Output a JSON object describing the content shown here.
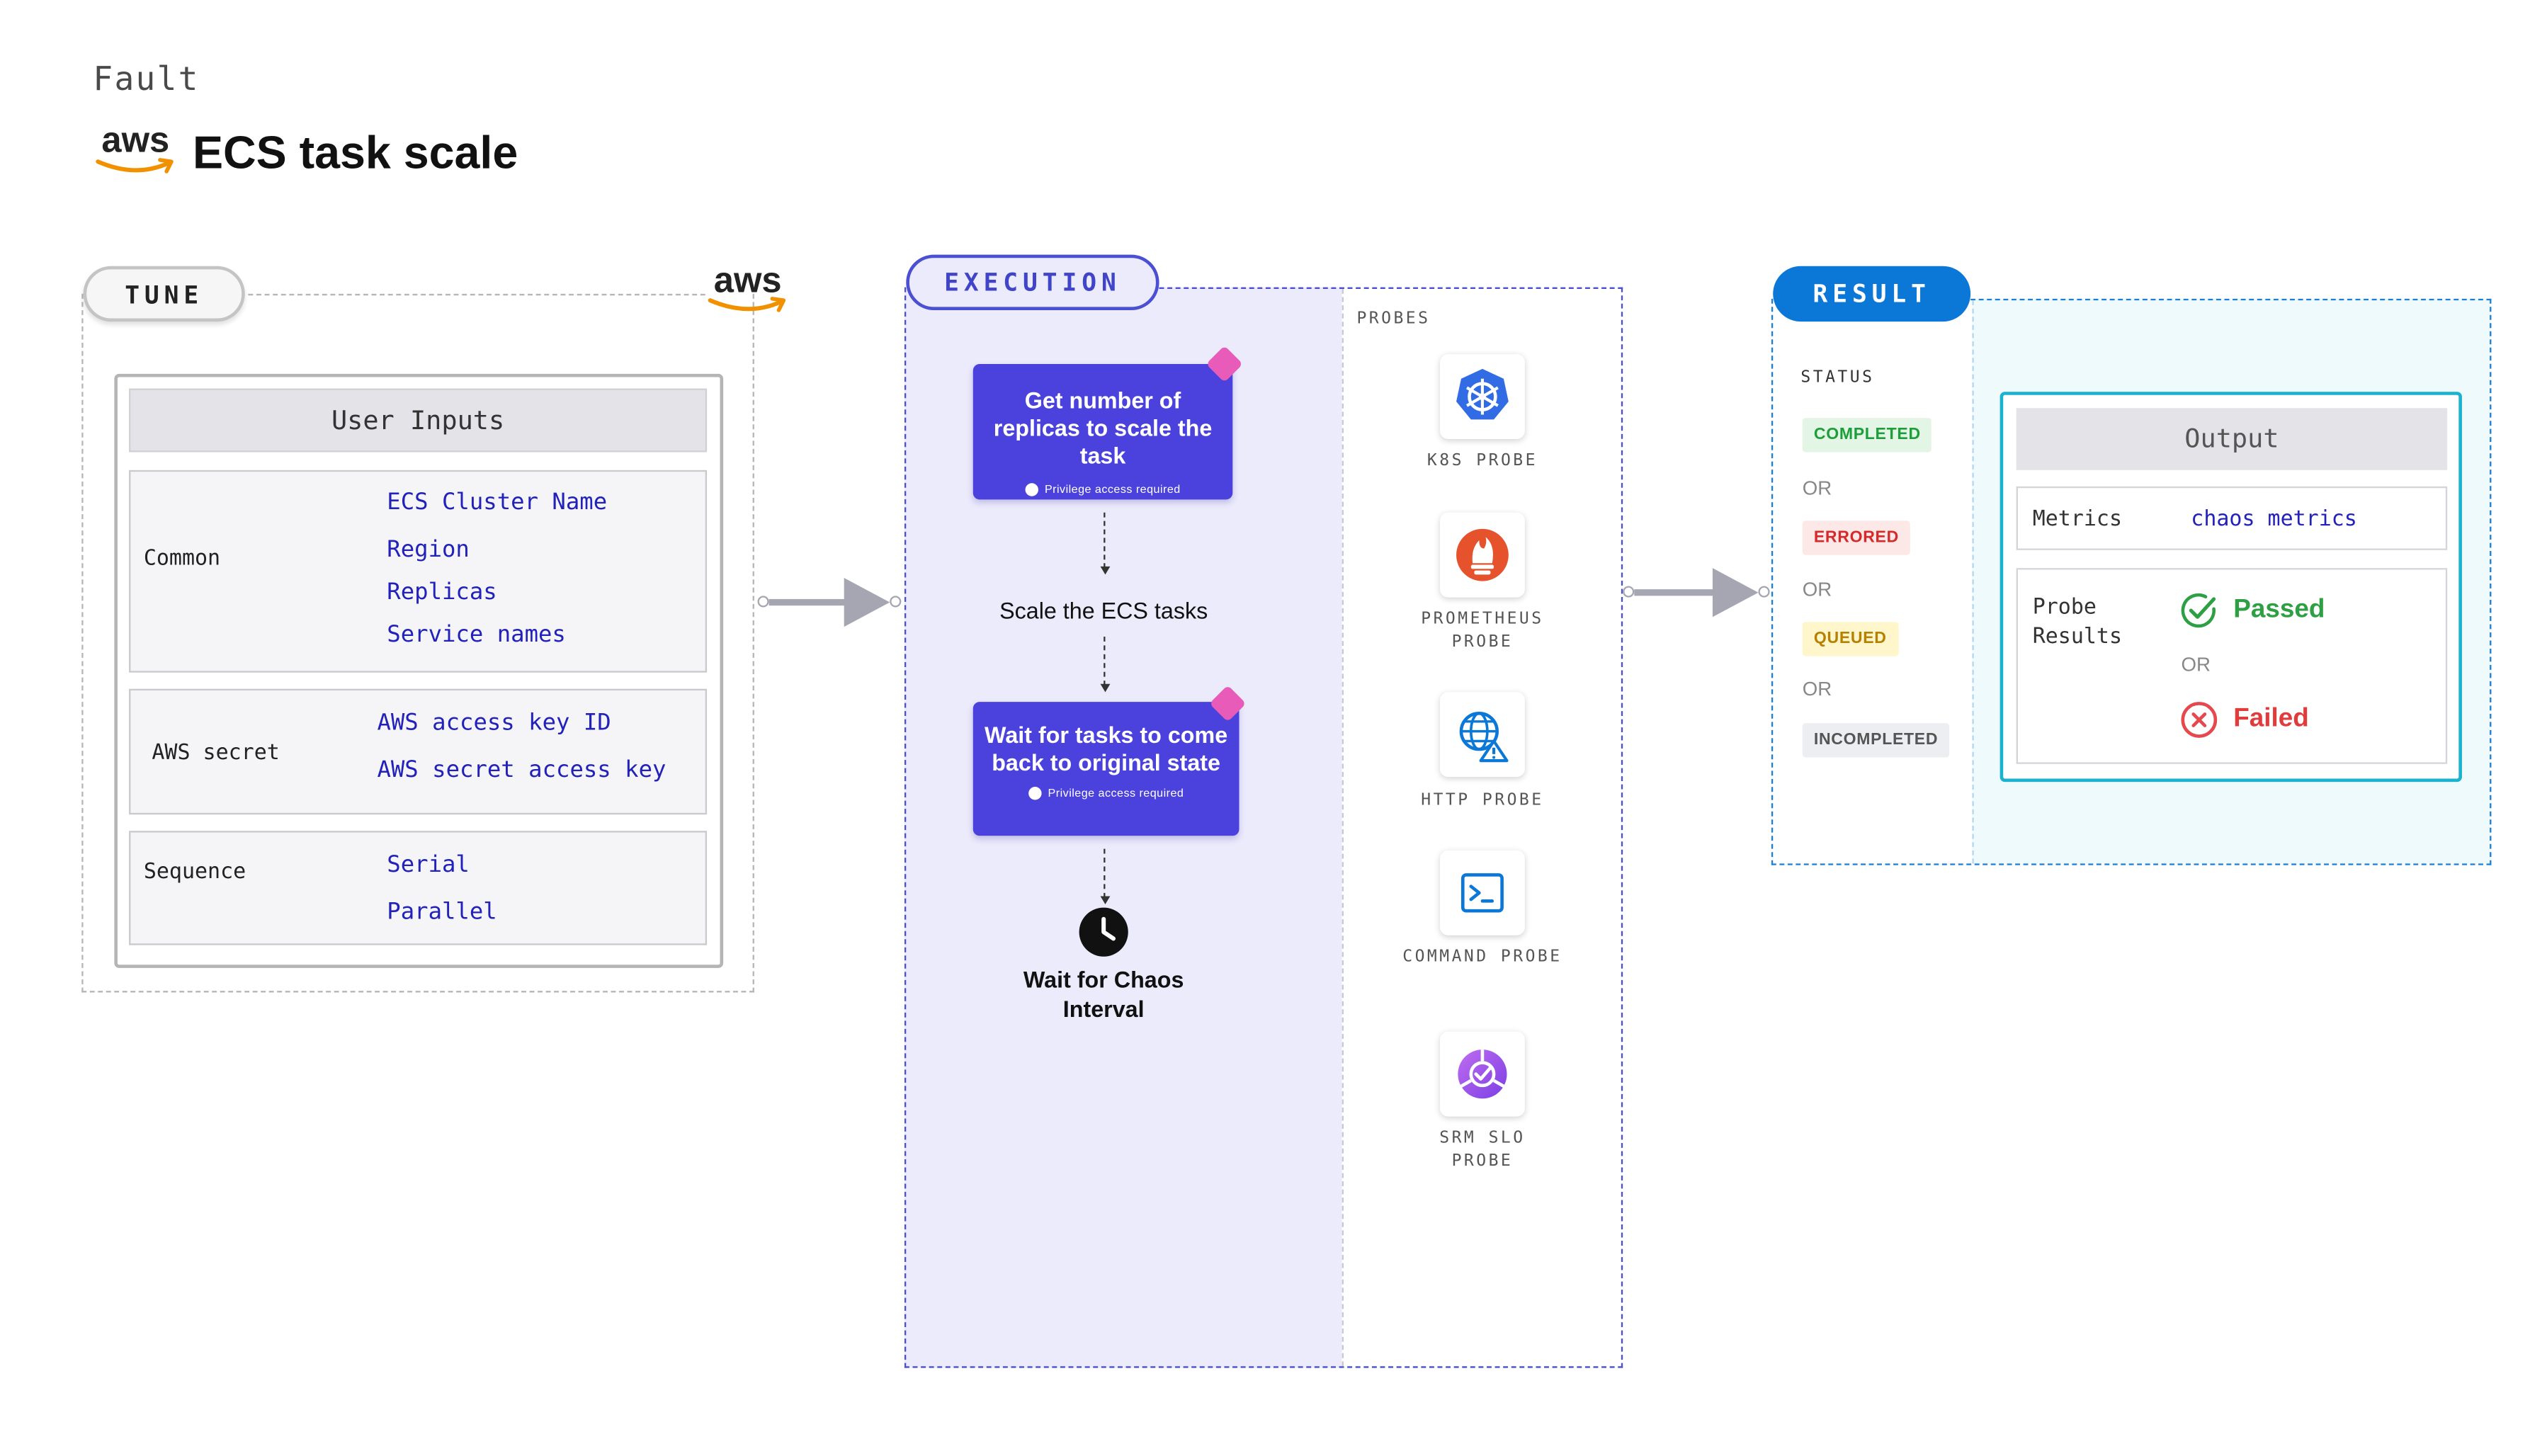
{
  "header": {
    "fault_label": "Fault",
    "logo_text": "aws",
    "title": "ECS task scale"
  },
  "tune": {
    "pill": "TUNE",
    "logo_text": "aws",
    "user_inputs_title": "User Inputs",
    "groups": [
      {
        "label": "Common",
        "values": [
          "ECS Cluster Name",
          "Region",
          "Replicas",
          "Service names"
        ]
      },
      {
        "label": "AWS secret",
        "values": [
          "AWS access key ID",
          "AWS secret access key"
        ]
      },
      {
        "label": "Sequence",
        "values": [
          "Serial",
          "Parallel"
        ]
      }
    ]
  },
  "execution": {
    "pill": "EXECUTION",
    "steps": {
      "step1": "Get number of replicas to scale the task",
      "privilege_note": "Privilege access required",
      "step2": "Scale the ECS tasks",
      "step3": "Wait for tasks to come back to original state",
      "step4": "Wait for Chaos Interval"
    },
    "probes_heading": "PROBES",
    "probes": [
      {
        "icon": "kubernetes-icon",
        "label": "K8S PROBE"
      },
      {
        "icon": "prometheus-icon",
        "label": "PROMETHEUS PROBE"
      },
      {
        "icon": "http-globe-icon",
        "label": "HTTP PROBE"
      },
      {
        "icon": "terminal-icon",
        "label": "COMMAND PROBE"
      },
      {
        "icon": "srm-slo-icon",
        "label": "SRM SLO PROBE"
      }
    ]
  },
  "result": {
    "pill": "RESULT",
    "status_heading": "STATUS",
    "statuses": [
      "COMPLETED",
      "ERRORED",
      "QUEUED",
      "INCOMPLETED"
    ],
    "or_label": "OR",
    "output_title": "Output",
    "metrics_label": "Metrics",
    "metrics_value": "chaos metrics",
    "probe_results_label": "Probe Results",
    "passed_label": "Passed",
    "failed_label": "Failed"
  },
  "colors": {
    "execution_accent": "#4b4fd1",
    "step_card": "#4b42dd",
    "result_accent": "#0b78d8",
    "completed": "#1e9e3a",
    "errored": "#d42a2a",
    "queued": "#b58100",
    "passed": "#2ea043",
    "failed": "#e5484d",
    "aws_orange": "#f29100"
  }
}
